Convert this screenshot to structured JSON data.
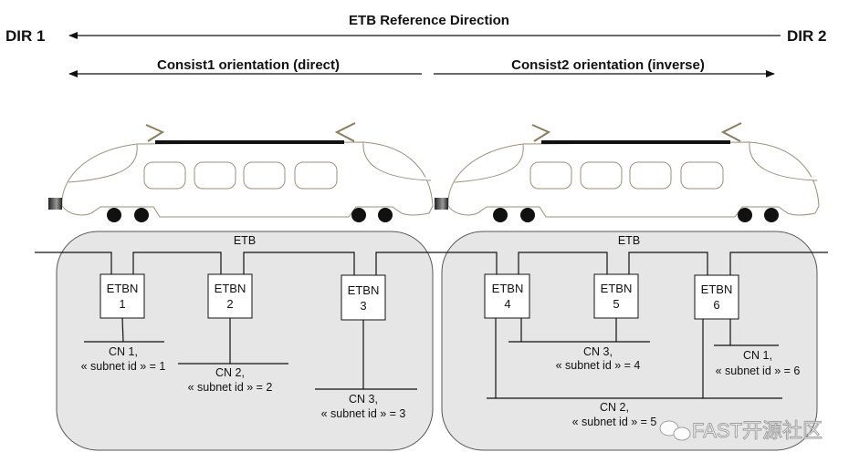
{
  "header": {
    "etb_reference_direction": "ETB Reference Direction",
    "dir1": "DIR 1",
    "dir2": "DIR 2",
    "consist1_orientation": "Consist1 orientation (direct)",
    "consist2_orientation": "Consist2 orientation (inverse)"
  },
  "consist1": {
    "etb_label": "ETB",
    "nodes": [
      {
        "name": "ETBN",
        "number": "1"
      },
      {
        "name": "ETBN",
        "number": "2"
      },
      {
        "name": "ETBN",
        "number": "3"
      }
    ],
    "networks": [
      {
        "name": "CN 1,",
        "subnet": "« subnet id » = 1"
      },
      {
        "name": "CN 2,",
        "subnet": "« subnet id » = 2"
      },
      {
        "name": "CN 3,",
        "subnet": "« subnet id » = 3"
      }
    ]
  },
  "consist2": {
    "etb_label": "ETB",
    "nodes": [
      {
        "name": "ETBN",
        "number": "4"
      },
      {
        "name": "ETBN",
        "number": "5"
      },
      {
        "name": "ETBN",
        "number": "6"
      }
    ],
    "networks": [
      {
        "name": "CN 3,",
        "subnet": "« subnet id » = 4"
      },
      {
        "name": "CN 1,",
        "subnet": "« subnet id » = 6"
      },
      {
        "name": "CN 2,",
        "subnet": "« subnet id » = 5"
      }
    ]
  },
  "watermark": "FAST开源社区",
  "colors": {
    "box_fill": "#e6e6e6",
    "train_outline": "#9a8f7a",
    "line": "#111111"
  }
}
